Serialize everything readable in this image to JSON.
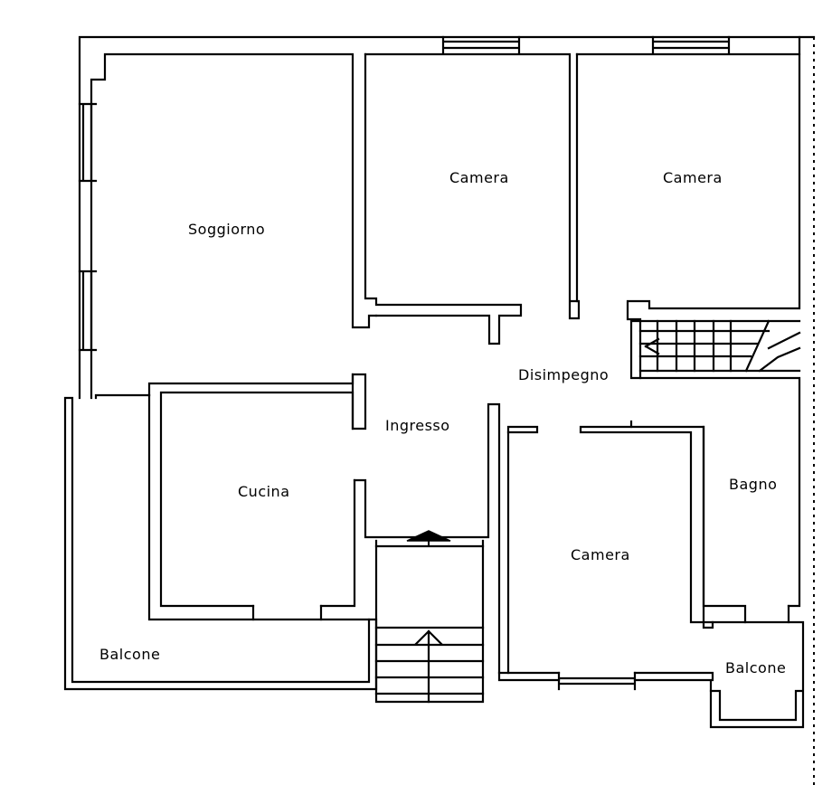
{
  "rooms": {
    "soggiorno": "Soggiorno",
    "camera_1": "Camera",
    "camera_2": "Camera",
    "disimpegno": "Disimpegno",
    "ingresso": "Ingresso",
    "cucina": "Cucina",
    "bagno": "Bagno",
    "camera_3": "Camera",
    "balcone_left": "Balcone",
    "balcone_right": "Balcone"
  },
  "colors": {
    "line": "#000000",
    "background": "#ffffff"
  }
}
